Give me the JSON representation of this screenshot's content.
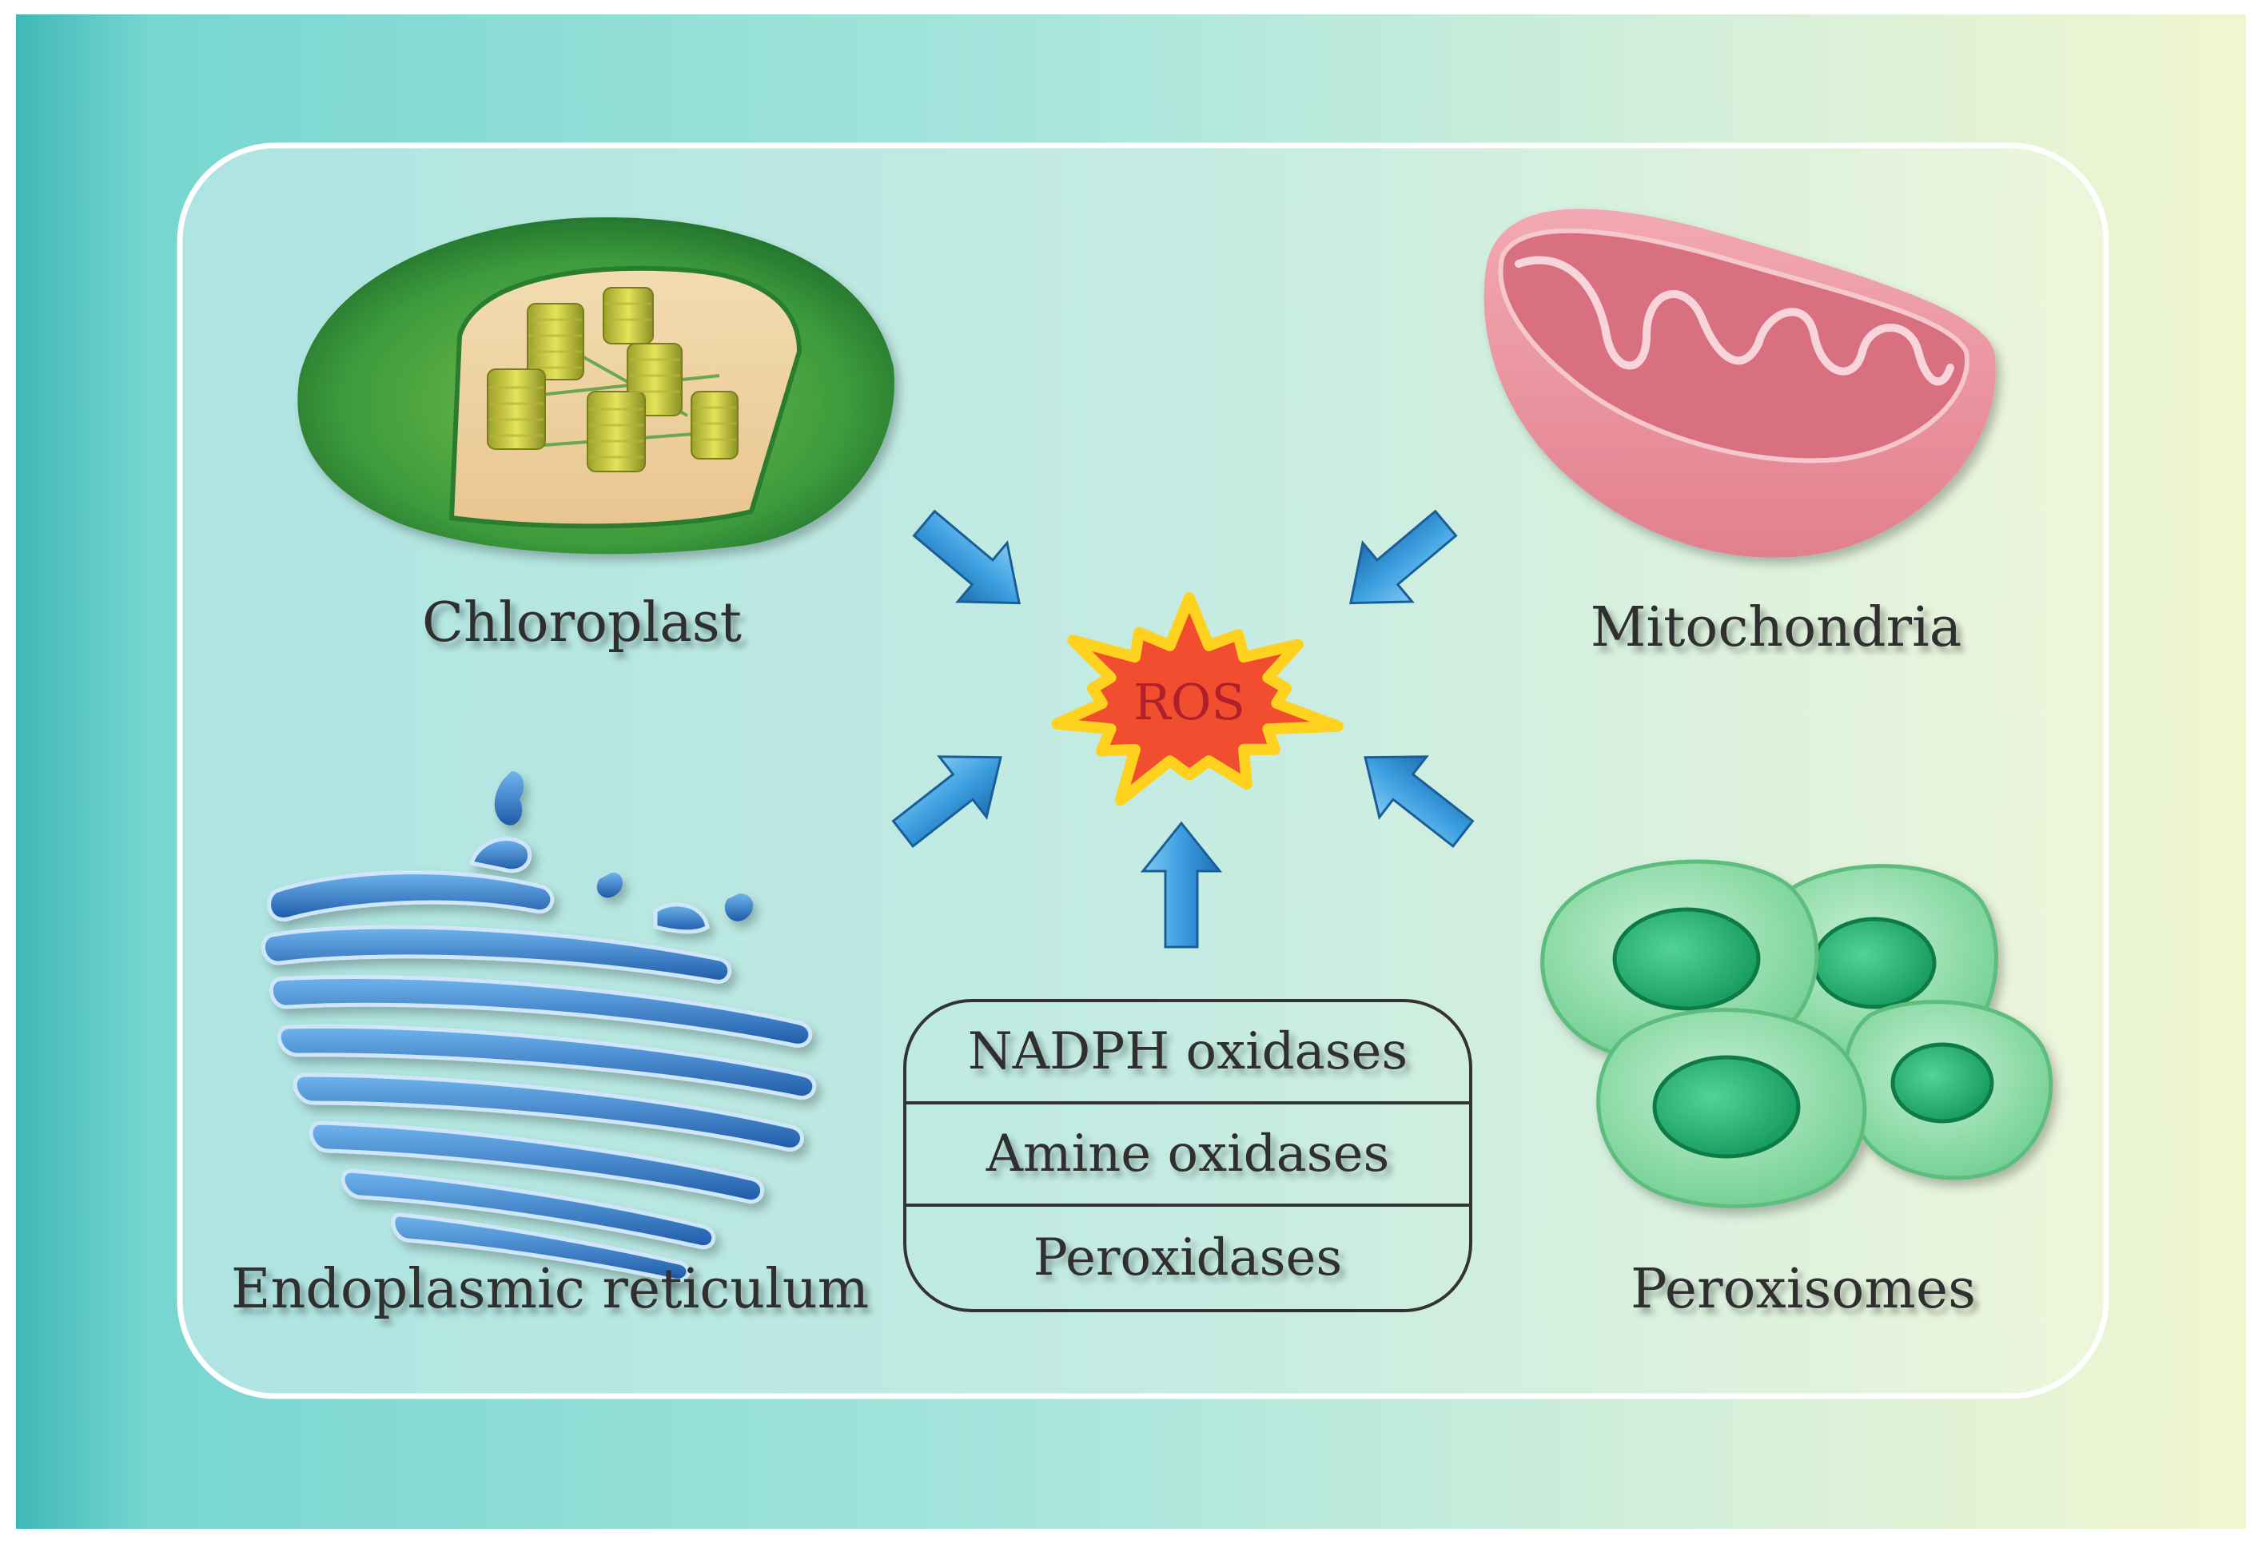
{
  "colors": {
    "panel_border": "#ffffff",
    "arrow_blue": "#3c9fe0",
    "ros_burst_fill": "#f04e2e",
    "ros_burst_outline": "#ffd21f",
    "ros_text": "#b0202a",
    "chloroplast_green": "#2e8a36",
    "mitochondria_pink": "#e58a95",
    "er_blue": "#2f72c4",
    "peroxisome_green": "#8ad6a2"
  },
  "center": {
    "label": "ROS"
  },
  "organelles": [
    {
      "id": "chloroplast",
      "label": "Chloroplast",
      "icon": "chloroplast-icon"
    },
    {
      "id": "mitochondria",
      "label": "Mitochondria",
      "icon": "mitochondria-icon"
    },
    {
      "id": "er",
      "label": "Endoplasmic reticulum",
      "icon": "endoplasmic-reticulum-icon"
    },
    {
      "id": "peroxisomes",
      "label": "Peroxisomes",
      "icon": "peroxisome-icon"
    }
  ],
  "enzymes": [
    "NADPH oxidases",
    "Amine oxidases",
    "Peroxidases"
  ]
}
